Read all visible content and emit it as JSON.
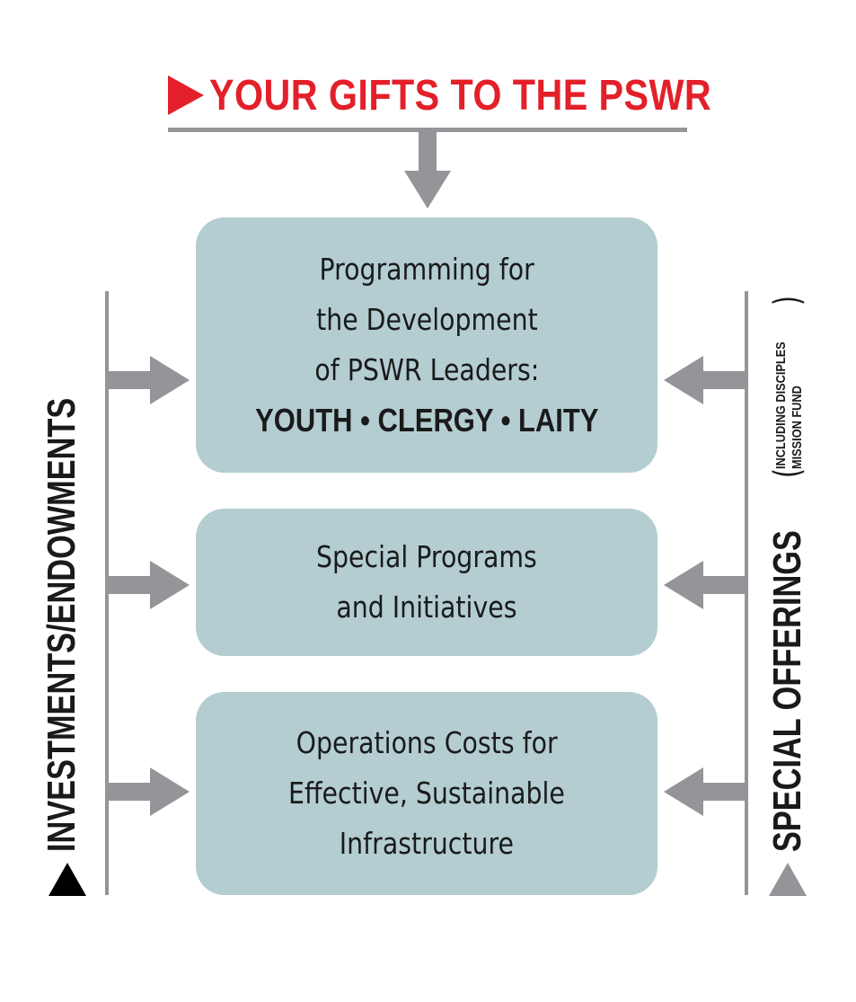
{
  "header": {
    "title": "YOUR GIFTS TO THE PSWR"
  },
  "boxes": [
    {
      "lines": [
        "Programming for",
        "the Development",
        "of PSWR Leaders:"
      ],
      "bold_line": "YOUTH • CLERGY • LAITY"
    },
    {
      "lines": [
        "Special Programs",
        "and Initiatives"
      ]
    },
    {
      "lines": [
        "Operations Costs for",
        "Effective, Sustainable",
        "Infrastructure"
      ]
    }
  ],
  "left_source": {
    "label": "INVESTMENTS/ENDOWMENTS"
  },
  "right_source": {
    "label": "SPECIAL OFFERINGS",
    "note_line1": "INCLUDING DISCIPLES",
    "note_line2": "MISSION FUND",
    "paren_open": "(",
    "paren_close": ")"
  },
  "colors": {
    "title": "#e3202a",
    "box_fill": "#b3cdd1",
    "arrow": "#939598",
    "text": "#1a1a1a",
    "left_triangle": "#000000",
    "right_triangle": "#939598"
  }
}
